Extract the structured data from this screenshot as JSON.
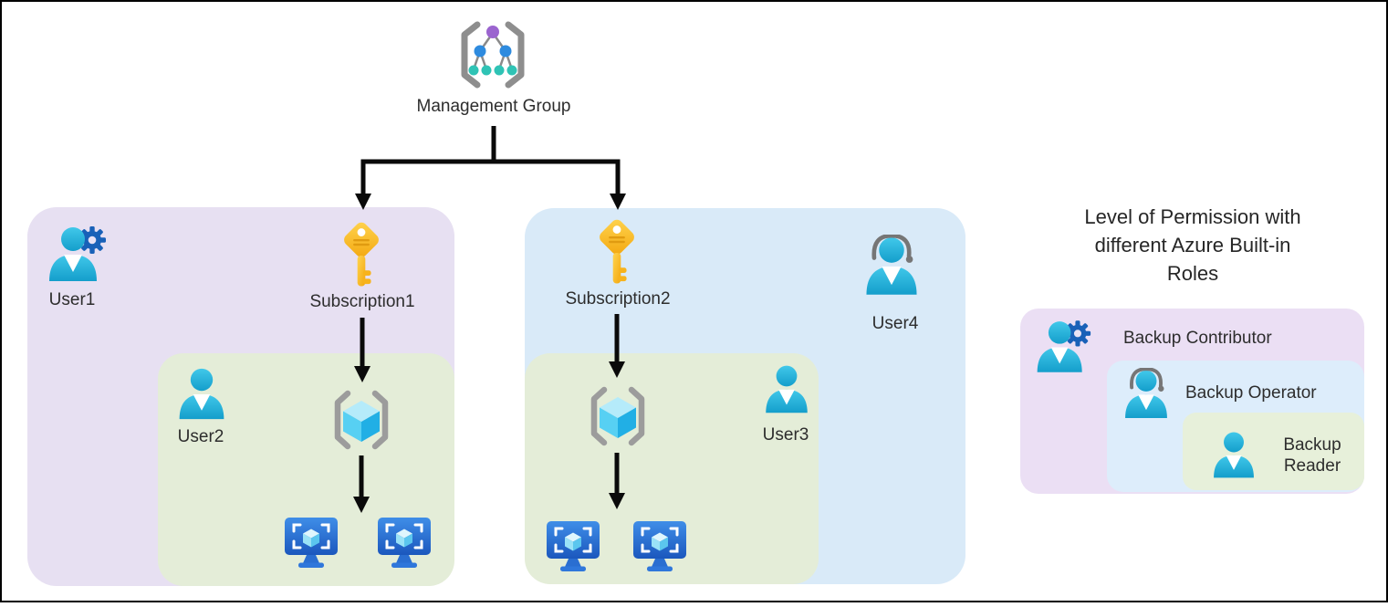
{
  "management_group": {
    "label": "Management Group",
    "icon": "management-group-icon"
  },
  "subscriptions": [
    {
      "label": "Subscription1",
      "icon": "key-icon"
    },
    {
      "label": "Subscription2",
      "icon": "key-icon"
    }
  ],
  "resource_groups": [
    {
      "icon": "resource-group-icon",
      "vm_icons": 2
    },
    {
      "icon": "resource-group-icon",
      "vm_icons": 2
    }
  ],
  "users": [
    {
      "label": "User1",
      "icon": "user-gear-icon"
    },
    {
      "label": "User2",
      "icon": "user-icon"
    },
    {
      "label": "User3",
      "icon": "user-icon"
    },
    {
      "label": "User4",
      "icon": "user-headset-icon"
    }
  ],
  "legend": {
    "title": "Level of Permission with different Azure Built-in Roles",
    "title_lines": [
      "Level of Permission with",
      "different Azure Built-in",
      "Roles"
    ],
    "roles": [
      {
        "label": "Backup Contributor",
        "icon": "user-gear-icon",
        "box_color": "#EBDFF4"
      },
      {
        "label": "Backup Operator",
        "icon": "user-headset-icon",
        "box_color": "#DDEDFB"
      },
      {
        "label": "Backup Reader",
        "icon": "user-icon",
        "box_color": "#E7F0DA"
      }
    ]
  },
  "colors": {
    "subscription1_box": "#E7E0F2",
    "subscription2_box": "#D9EAF8",
    "resource_group_box": "#E4EDD8",
    "person_cyan": "#2BB7DD",
    "gear_blue": "#1961B8",
    "headset_gray": "#767676",
    "key_gold": "#F7B31C",
    "bracket_gray": "#8E8E8E",
    "vm_blue": "#2F77DB",
    "arrow_black": "#0A0A0A",
    "border_black": "#000000"
  }
}
